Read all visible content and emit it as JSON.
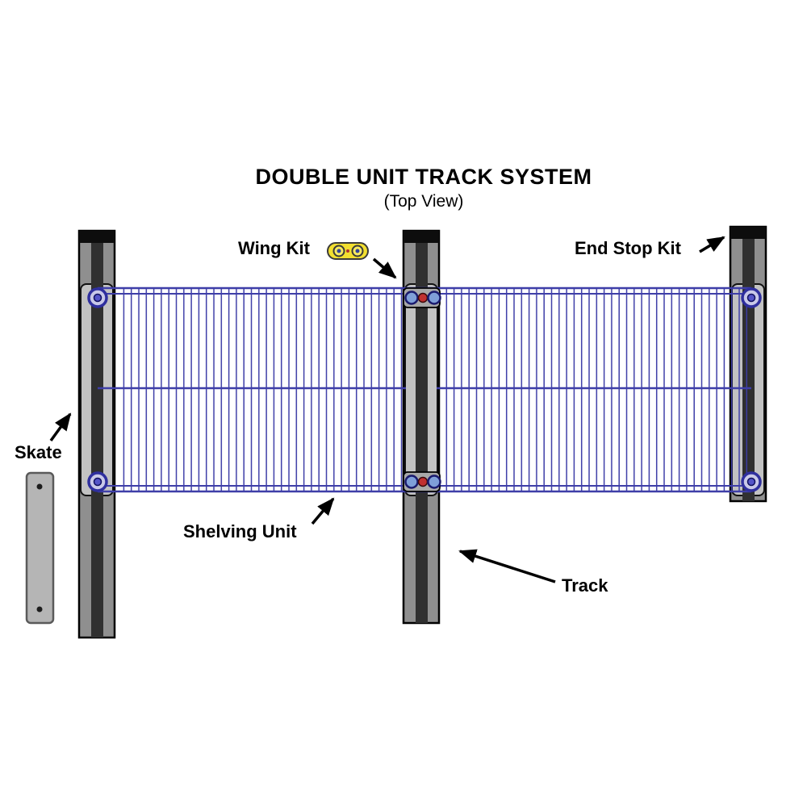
{
  "title": "DOUBLE UNIT TRACK SYSTEM",
  "subtitle": "(Top View)",
  "labels": {
    "wing_kit": "Wing Kit",
    "end_stop_kit": "End Stop Kit",
    "skate": "Skate",
    "shelving_unit": "Shelving Unit",
    "track": "Track"
  },
  "colors": {
    "wire_blue": "#3e3ea8",
    "track_gray": "#8f8f8f",
    "track_channel": "#303030",
    "plate_gray": "#c2c2c2",
    "wing_kit_yellow": "#f2df2f",
    "bolt_red": "#c03030",
    "bolt_blue": "#7f9fd8",
    "skate_gray": "#b5b5b5",
    "line_black": "#000000"
  }
}
